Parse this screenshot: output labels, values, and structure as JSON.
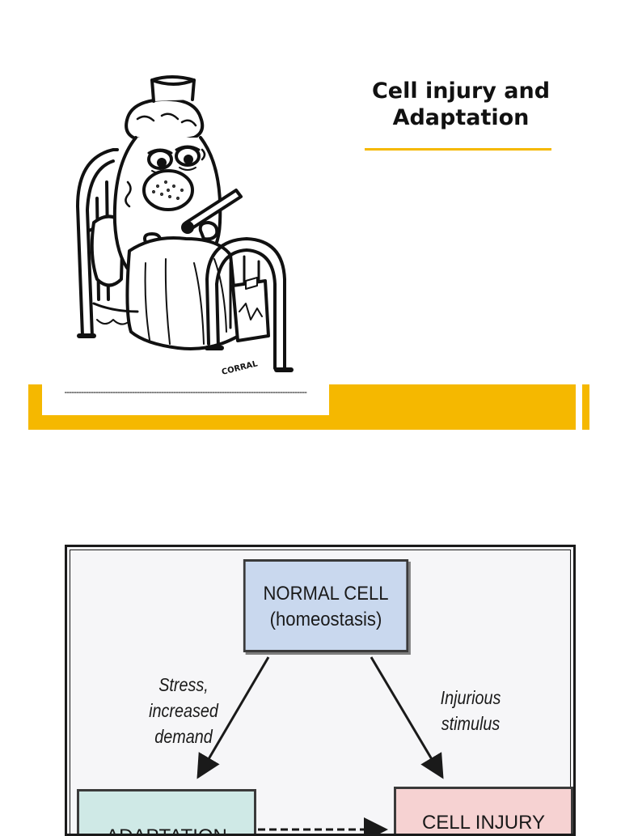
{
  "slide": {
    "title_lines": [
      "Cell injury and",
      "Adaptation"
    ],
    "accent_color": "#f5b800"
  },
  "cartoon": {
    "signature": "CORRAL",
    "icon": "sick-cell-in-bed-icon"
  },
  "diagram": {
    "normal_cell": {
      "line1": "NORMAL CELL",
      "line2": "(homeostasis)"
    },
    "stress_label": [
      "Stress,",
      "increased",
      "demand"
    ],
    "injurious_label": [
      "Injurious",
      "stimulus"
    ],
    "adaptation": "ADAPTATION",
    "cell_injury": "CELL INJURY",
    "colors": {
      "normal_fill": "#c9d8ee",
      "adaptation_fill": "#cfe9e6",
      "injury_fill": "#f6d2d2"
    }
  }
}
